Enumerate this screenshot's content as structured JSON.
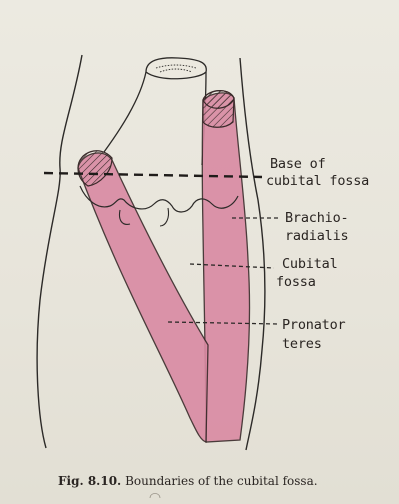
{
  "labels": {
    "base_line1": "Base of",
    "base_line2": "cubital fossa",
    "brachio_line1": "Brachio-",
    "brachio_line2": "radialis",
    "cubital_line1": "Cubital",
    "cubital_line2": "fossa",
    "pronator_line1": "Pronator",
    "pronator_line2": "teres"
  },
  "caption": {
    "fig_label": "Fig. 8.10.",
    "text": "Boundaries of the cubital fossa."
  },
  "colors": {
    "muscle_fill": "#d98aa3",
    "muscle_stroke": "#3a2a2a",
    "outline": "#2c2a28",
    "paper": "#e9e6dc"
  }
}
